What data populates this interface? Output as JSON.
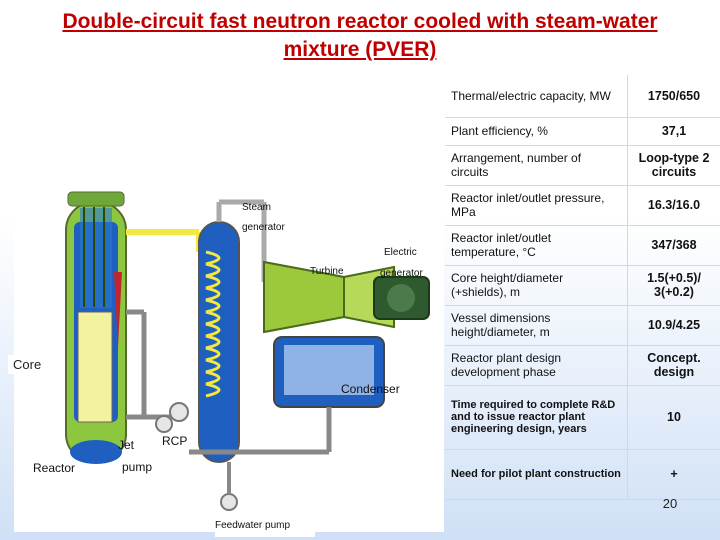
{
  "title": {
    "line1": "Double-circuit fast neutron reactor cooled with steam-water",
    "line2": "mixture (PVER)"
  },
  "diagram": {
    "labels": {
      "steam": "Steam",
      "generator": "generator",
      "electric": "Electric",
      "turbine": "Turbine",
      "generator2": "generator",
      "core": "Core",
      "condenser": "Condenser",
      "jet": "Jet",
      "rcp": "RCP",
      "reactor": "Reactor",
      "pump": "pump",
      "feedwater_pump": "Feedwater pump"
    },
    "colors": {
      "vessel": "#8dc63f",
      "hot_leg": "#f4e842",
      "cold_leg": "#1e5fbf",
      "steam_gen": "#2a7ad0",
      "turbine": "#9cc93b",
      "generator": "#2f5a2f"
    }
  },
  "params": [
    {
      "label": "Thermal/electric capacity, MW",
      "value": "1750/650"
    },
    {
      "label": "Plant efficiency, %",
      "value": "37,1"
    },
    {
      "label": "Arrangement, number of circuits",
      "value": "Loop-type 2 circuits"
    },
    {
      "label": "Reactor inlet/outlet pressure, MPa",
      "value": "16.3/16.0"
    },
    {
      "label": "Reactor inlet/outlet temperature, °C",
      "value": "347/368"
    },
    {
      "label": "Core height/diameter (+shields), m",
      "value": "1.5(+0.5)/ 3(+0.2)"
    },
    {
      "label": "Vessel dimensions height/diameter, m",
      "value": "10.9/4.25"
    },
    {
      "label": "Reactor plant design development phase",
      "value": "Concept. design"
    },
    {
      "label": "Time required to complete R&D and to issue reactor plant engineering design, years",
      "value": "10"
    },
    {
      "label": "Need for pilot plant construction",
      "value": "+"
    }
  ],
  "page_number": "20"
}
